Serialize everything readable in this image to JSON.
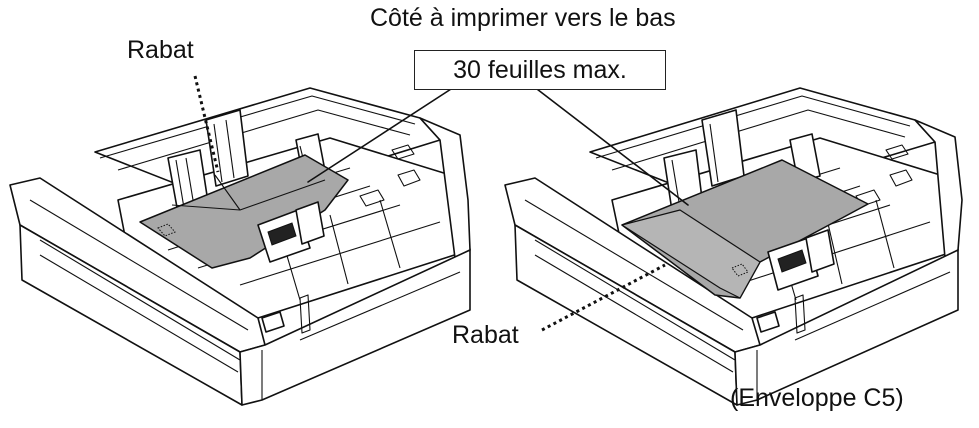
{
  "labels": {
    "flap_left": "Rabat",
    "face_down": "Côté à imprimer vers le bas",
    "max_sheets": "30 feuilles max.",
    "flap_right": "Rabat",
    "caption": "(Enveloppe C5)"
  },
  "colors": {
    "envelope_fill": "#a8a8a8",
    "line": "#111111",
    "background": "#ffffff"
  }
}
